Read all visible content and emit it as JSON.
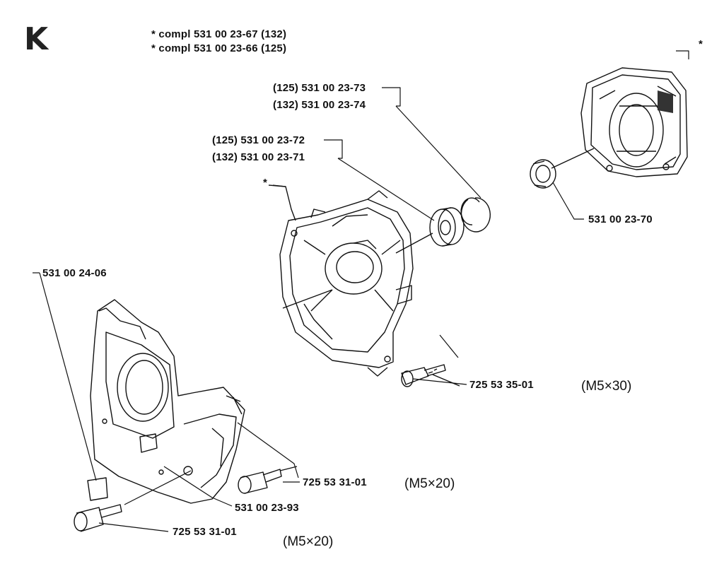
{
  "section_letter": "K",
  "header": {
    "line1": "* compl 531 00 23-67 (132)",
    "line2": "* compl 531 00 23-66 (125)"
  },
  "asterisk": "*",
  "labels": {
    "bearing_125": "(125) 531 00 23-72",
    "bearing_132": "(132) 531 00 23-71",
    "circlip_125": "(125) 531 00 23-73",
    "circlip_132": "(132) 531 00 23-74",
    "seal": "531 00 23-70",
    "sticker": "531 00 24-06",
    "screw_a": "725 53 35-01",
    "screw_a_spec": "(M5×30)",
    "screw_b": "725 53 31-01",
    "screw_b_spec": "(M5×20)",
    "cover": "531 00 23-93",
    "screw_c": "725 53 31-01",
    "screw_c_spec": "(M5×20)"
  }
}
